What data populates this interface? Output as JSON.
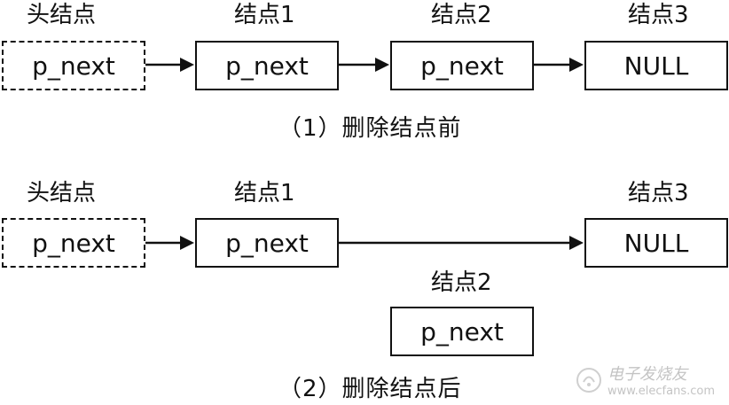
{
  "before": {
    "head_label": "头结点",
    "node1_label": "结点1",
    "node2_label": "结点2",
    "node3_label": "结点3",
    "head_value": "p_next",
    "node1_value": "p_next",
    "node2_value": "p_next",
    "node3_value": "NULL",
    "caption": "（1）删除结点前"
  },
  "after": {
    "head_label": "头结点",
    "node1_label": "结点1",
    "node3_label": "结点3",
    "node2_label": "结点2",
    "head_value": "p_next",
    "node1_value": "p_next",
    "node3_value": "NULL",
    "node2_value": "p_next",
    "caption": "（2）删除结点后"
  },
  "watermark": {
    "title": "电子发烧友",
    "url": "www.elecfans.com"
  },
  "colors": {
    "ink": "#111111",
    "background": "#ffffff"
  }
}
